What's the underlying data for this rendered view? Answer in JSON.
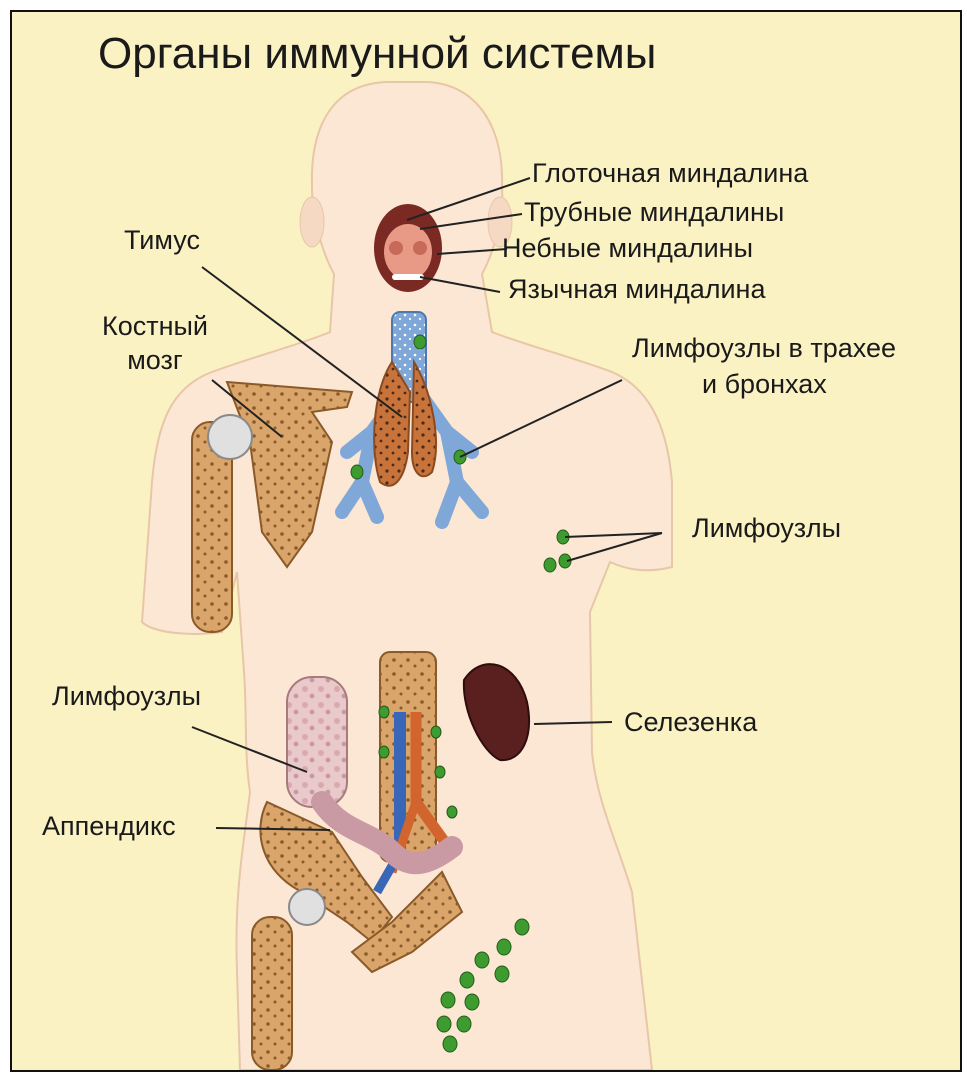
{
  "title": "Органы иммунной  системы",
  "labels": {
    "pharyngeal_tonsil": "Глоточная миндалина",
    "tubal_tonsils": "Трубные миндалины",
    "palatine_tonsils": "Небные миндалины",
    "lingual_tonsil": "Язычная миндалина",
    "thymus": "Тимус",
    "bone_marrow_line1": "Костный",
    "bone_marrow_line2": "мозг",
    "trachea_nodes_line1": "Лимфоузлы в трахее",
    "trachea_nodes_line2": "и бронхах",
    "arm_nodes": "Лимфоузлы",
    "abdominal_nodes": "Лимфоузлы",
    "spleen": "Селезенка",
    "appendix": "Аппендикс"
  },
  "colors": {
    "background": "#fbf2c4",
    "skin": "#fbe7d4",
    "skin_shadow": "#f0cdb0",
    "bone": "#d9a56b",
    "bone_dot": "#8a5a2a",
    "thymus": "#c8733a",
    "trachea": "#7fa8d8",
    "lymph_node": "#3e9b2f",
    "spleen": "#5a1f1f",
    "artery": "#d2642e",
    "vein": "#3a66b8",
    "intestine": "#e6c8c8"
  }
}
